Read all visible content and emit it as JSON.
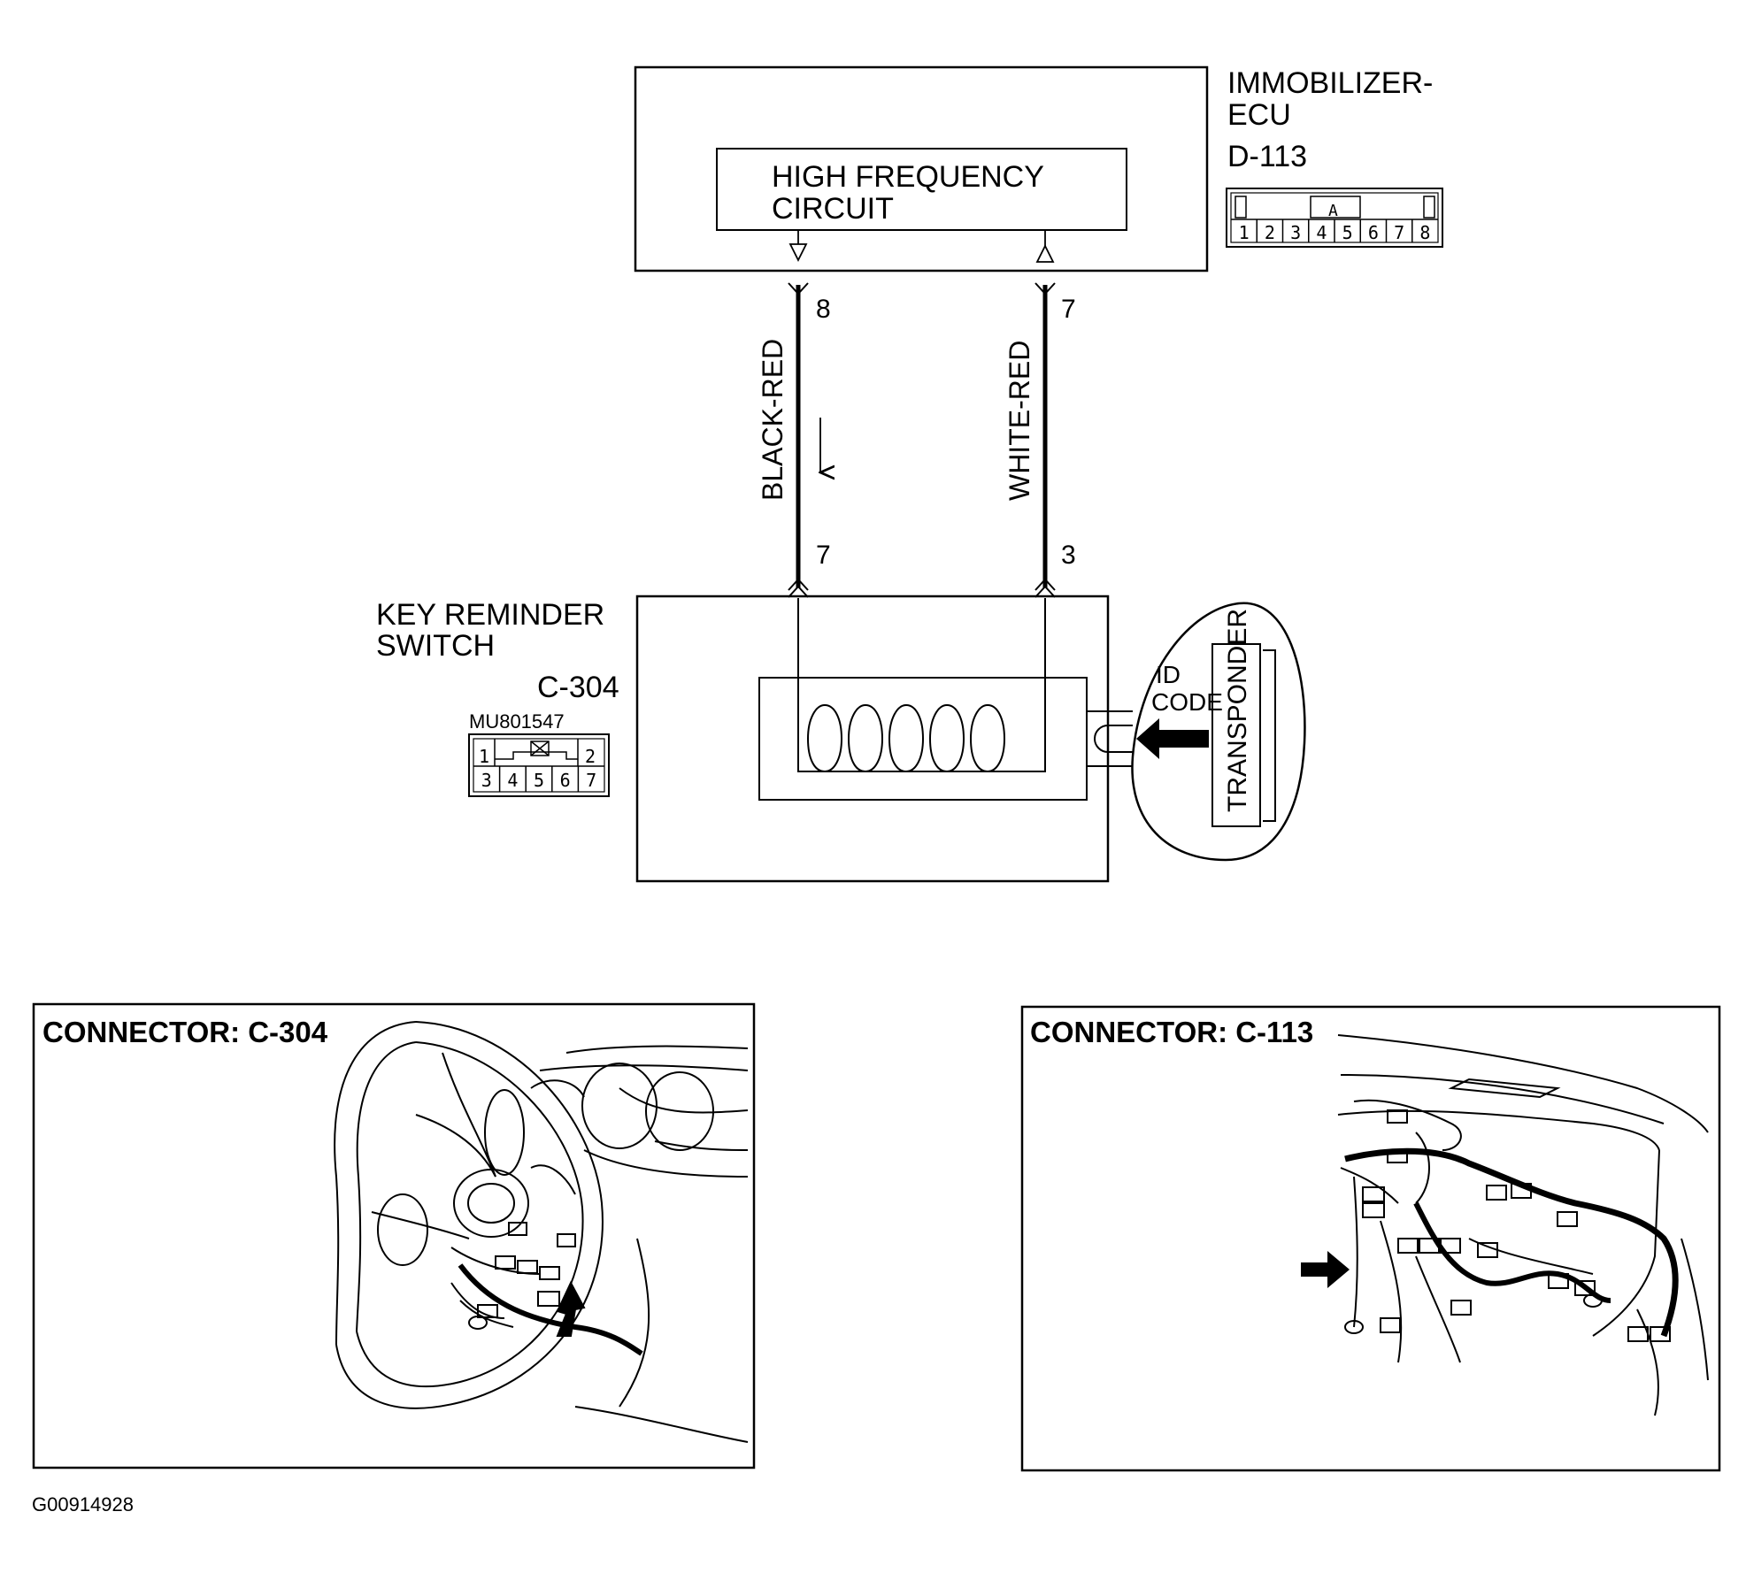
{
  "ecu": {
    "name_line1": "IMMOBILIZER-",
    "name_line2": "ECU",
    "connector": "D-113",
    "circuit_line1": "HIGH FREQUENCY",
    "circuit_line2": "CIRCUIT",
    "connector_pins": [
      "1",
      "2",
      "3",
      "4",
      "5",
      "6",
      "7",
      "8"
    ],
    "connector_key": "A"
  },
  "wires": [
    {
      "color": "BLACK-RED",
      "ecu_pin": "8",
      "switch_pin": "7"
    },
    {
      "color": "WHITE-RED",
      "ecu_pin": "7",
      "switch_pin": "3"
    }
  ],
  "switch": {
    "name_line1": "KEY REMINDER",
    "name_line2": "SWITCH",
    "connector": "C-304",
    "part_number": "MU801547",
    "top_pins": [
      "1",
      "2"
    ],
    "bottom_pins": [
      "3",
      "4",
      "5",
      "6",
      "7"
    ]
  },
  "key": {
    "id_line1": "ID",
    "id_line2": "CODE",
    "transponder": "TRANSPONDER"
  },
  "panels": {
    "left_title": "CONNECTOR: C-304",
    "right_title": "CONNECTOR: C-113"
  },
  "figure_id": "G00914928"
}
